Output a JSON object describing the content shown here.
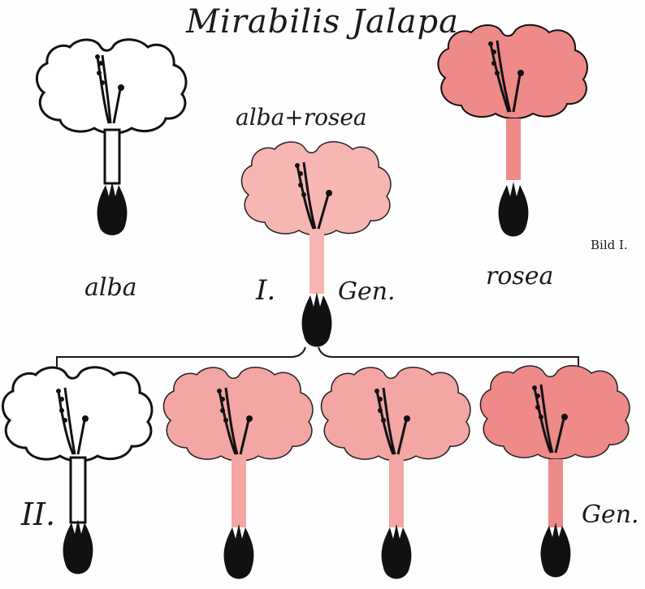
{
  "title": "Mirabilis Jalapa",
  "figure_label": "Bild I.",
  "parents": {
    "white_label": "alba",
    "pink_label": "rosea"
  },
  "cross_label": "alba+rosea",
  "generation_1": {
    "numeral": "I.",
    "gen": "Gen."
  },
  "generation_2": {
    "numeral": "II.",
    "gen": "Gen."
  },
  "colors": {
    "white": "#ffffff",
    "light_pink": "#f6b6b2",
    "medium_pink": "#f3a6a3",
    "deep_pink": "#ee8a88",
    "outline": "#111111"
  },
  "flowers": [
    {
      "id": "parent-alba",
      "color": "white"
    },
    {
      "id": "parent-rosea",
      "color": "deep_pink"
    },
    {
      "id": "f1-hybrid",
      "color": "light_pink"
    },
    {
      "id": "f2-white",
      "color": "white"
    },
    {
      "id": "f2-pink-1",
      "color": "medium_pink"
    },
    {
      "id": "f2-pink-2",
      "color": "medium_pink"
    },
    {
      "id": "f2-deep-pink",
      "color": "deep_pink"
    }
  ]
}
